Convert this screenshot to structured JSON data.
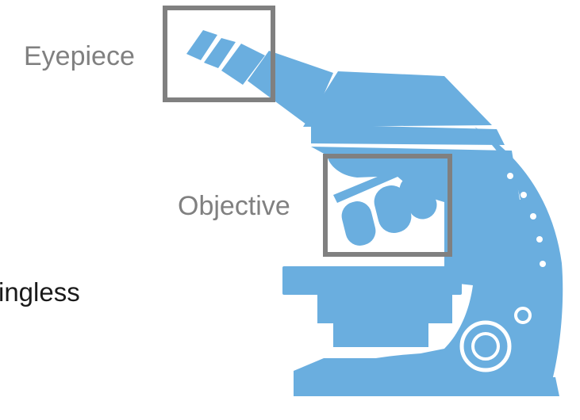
{
  "labels": {
    "eyepiece": "Eyepiece",
    "objective": "Objective",
    "partial_caption": "ingless"
  },
  "colors": {
    "body": "#6aaedf",
    "highlight_box": "#808080",
    "label_text": "#808080",
    "caption_text": "#1a1a1a",
    "background": "#ffffff"
  }
}
